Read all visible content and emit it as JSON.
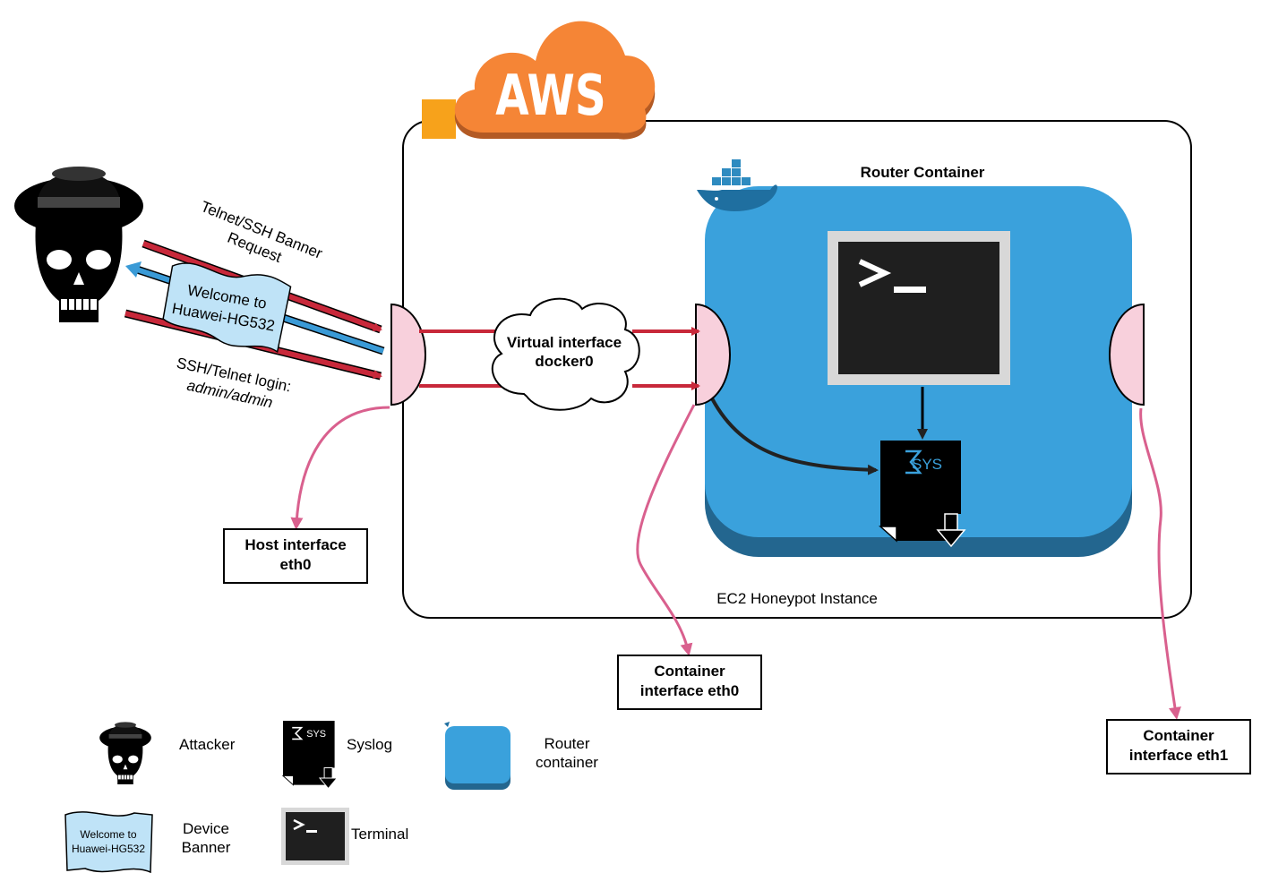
{
  "aws": {
    "label": "AWS"
  },
  "ec2": {
    "label": "EC2 Honeypot Instance"
  },
  "router": {
    "title": "Router Container"
  },
  "syslog_label": "SYS",
  "banner": {
    "line1": "Welcome to",
    "line2": "Huawei-HG532"
  },
  "arrows": {
    "request_line1": "Telnet/SSH Banner",
    "request_line2": "Request",
    "login_line1": "SSH/Telnet login:",
    "login_line2": "admin/admin"
  },
  "virtual_interface": {
    "line1": "Virtual interface",
    "line2": "docker0"
  },
  "host_interface": {
    "line1": "Host interface",
    "line2": "eth0"
  },
  "container_eth0": {
    "line1": "Container",
    "line2": "interface eth0"
  },
  "container_eth1": {
    "line1": "Container",
    "line2": "interface eth1"
  },
  "legend": {
    "attacker": "Attacker",
    "syslog": "Syslog",
    "router_line1": "Router",
    "router_line2": "container",
    "banner_line1": "Device",
    "banner_line2": "Banner",
    "terminal": "Terminal",
    "banner_icon_line1": "Welcome to",
    "banner_icon_line2": "Huawei-HG532"
  },
  "colors": {
    "aws_orange": "#F58536",
    "router_blue": "#3AA1DC",
    "router_dark": "#23668F",
    "traffic_red": "#C8283A",
    "response_blue": "#3A9AD6",
    "interface_pink": "#F8D0DC",
    "link_pink": "#D9608E",
    "banner_fill": "#BFE3F7",
    "terminal_dark": "#1F1F1F"
  }
}
